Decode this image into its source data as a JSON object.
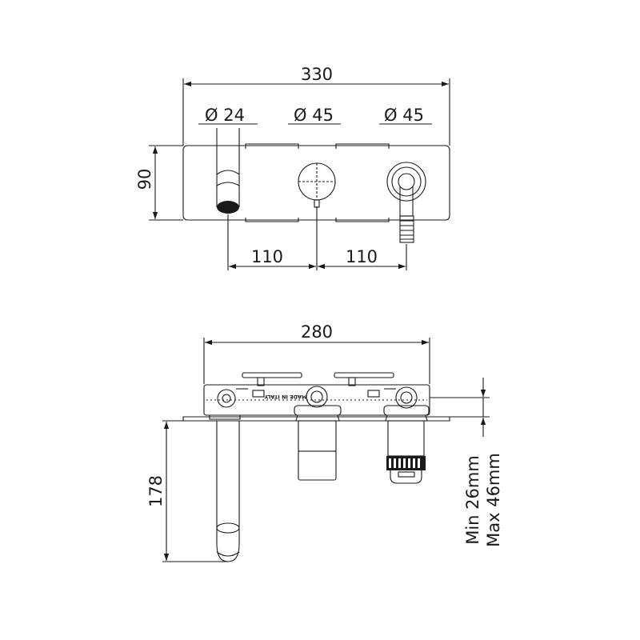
{
  "front_view": {
    "overall_width": "330",
    "height": "90",
    "spout_diameter": "Ø 24",
    "mixer_diameter": "Ø 45",
    "diverter_diameter": "Ø 45",
    "spacing_left": "110",
    "spacing_right": "110"
  },
  "side_view": {
    "body_width": "280",
    "spout_projection": "178",
    "wall_depth_min": "Min 26mm",
    "wall_depth_max": "Max 46mm",
    "body_marking": "MADE IN ITALY"
  },
  "colors": {
    "line": "#1a1a1a",
    "background": "#ffffff"
  }
}
